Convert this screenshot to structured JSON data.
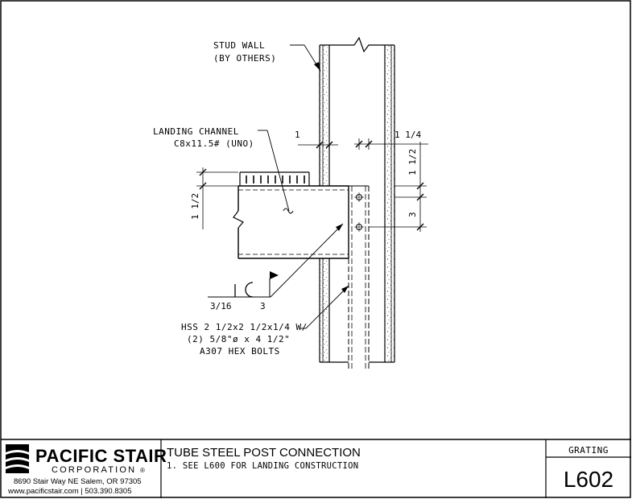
{
  "drawing": {
    "labels": {
      "stud_wall_1": "STUD WALL",
      "stud_wall_2": "(BY OTHERS)",
      "landing_channel_1": "LANDING CHANNEL",
      "landing_channel_2": "C8x11.5# (UNO)",
      "hss_1": "HSS 2 1/2x2 1/2x1/4 W/",
      "hss_2": "(2) 5/8\"ø x 4 1/2\"",
      "hss_3": "A307 HEX BOLTS"
    },
    "dimensions": {
      "wall_face": "1",
      "post_width": "1 1/4",
      "top_bolt_edge": "1 1/2",
      "bolt_spacing": "3",
      "channel_depth": "1 1/2"
    },
    "weld": {
      "size": "3/16",
      "length": "3"
    }
  },
  "title_block": {
    "company_name": "PACIFIC STAIR",
    "company_sub": "CORPORATION",
    "registered": "®",
    "address": "8690 Stair Way NE Salem, OR 97305",
    "contact": "www.pacificstair.com  |  503.390.8305",
    "title": "TUBE STEEL POST CONNECTION",
    "note": "1.  SEE L600 FOR LANDING CONSTRUCTION",
    "category": "GRATING",
    "sheet_number": "L602"
  }
}
